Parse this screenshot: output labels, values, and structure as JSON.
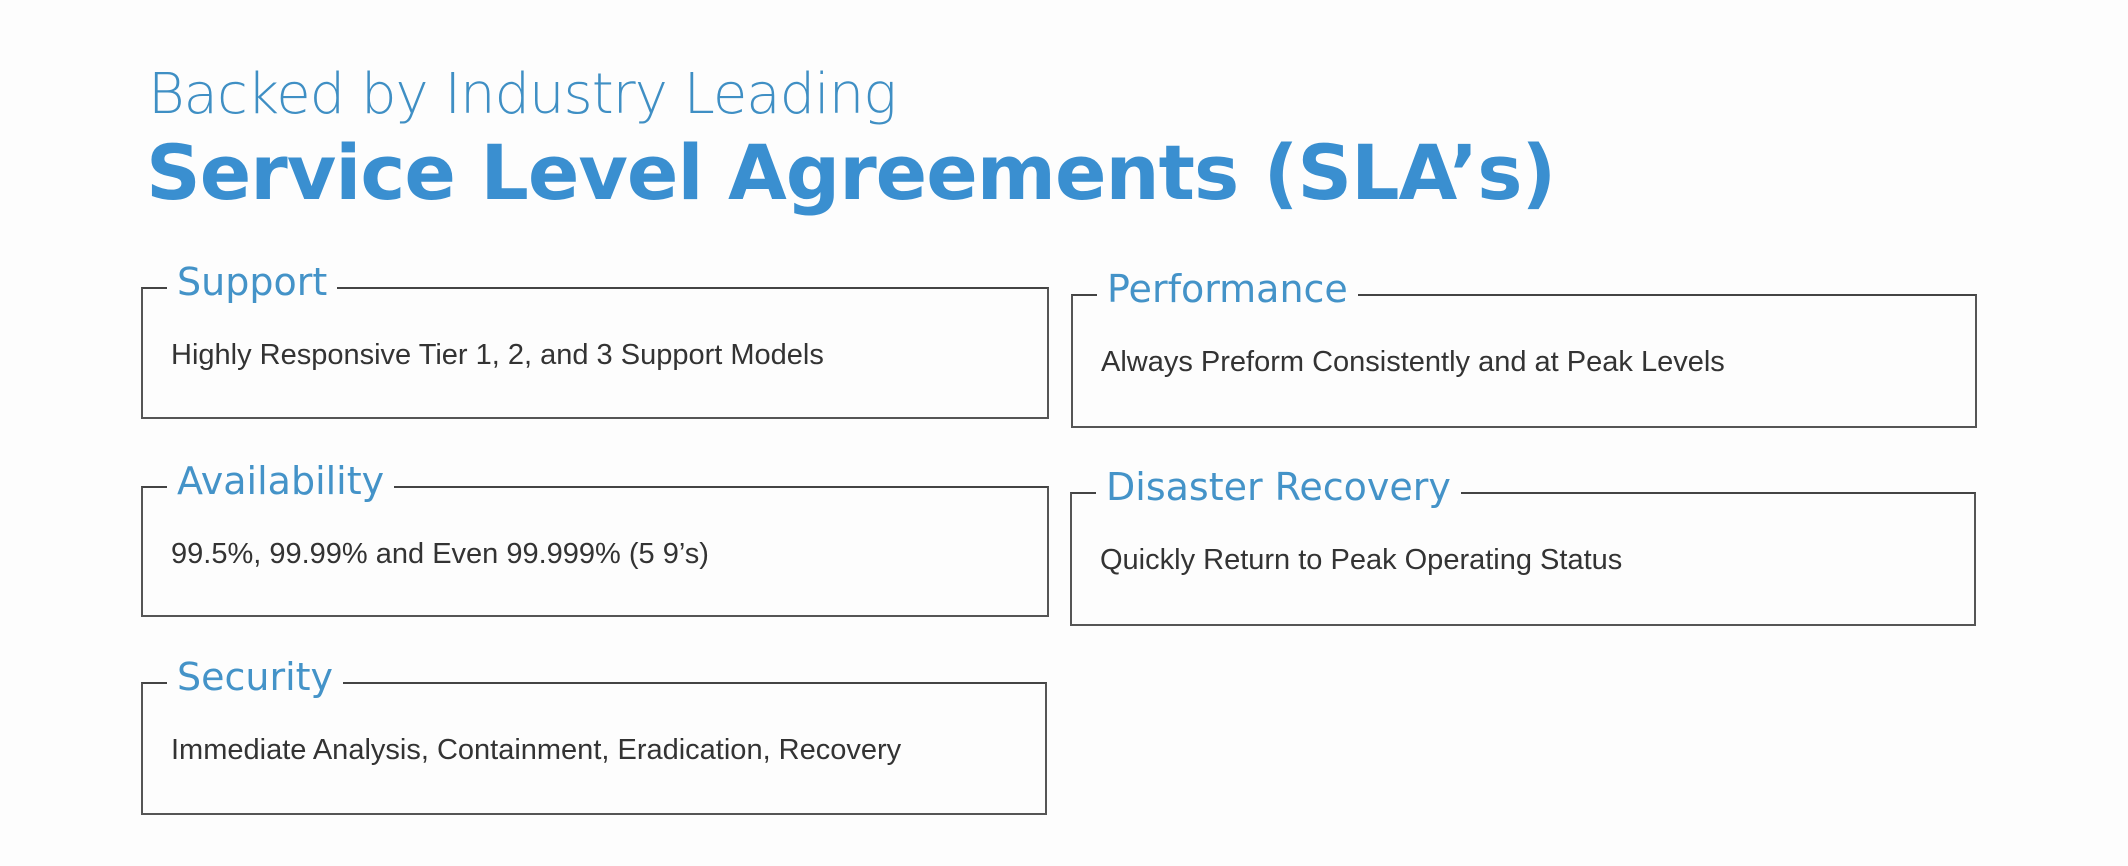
{
  "heading": {
    "line1": "Backed by Industry Leading",
    "line2": "Service Level Agreements (SLA’s)"
  },
  "sections": [
    {
      "title": "Support",
      "text": "Highly Responsive Tier 1, 2, and 3 Support Models"
    },
    {
      "title": "Performance",
      "text": "Always Preform Consistently and at Peak Levels"
    },
    {
      "title": "Availability",
      "text": "99.5%, 99.99% and Even 99.999% (5 9’s)"
    },
    {
      "title": "Disaster Recovery",
      "text": "Quickly Return to Peak Operating Status"
    },
    {
      "title": "Security",
      "text": "Immediate Analysis, Containment, Eradication, Recovery"
    }
  ]
}
